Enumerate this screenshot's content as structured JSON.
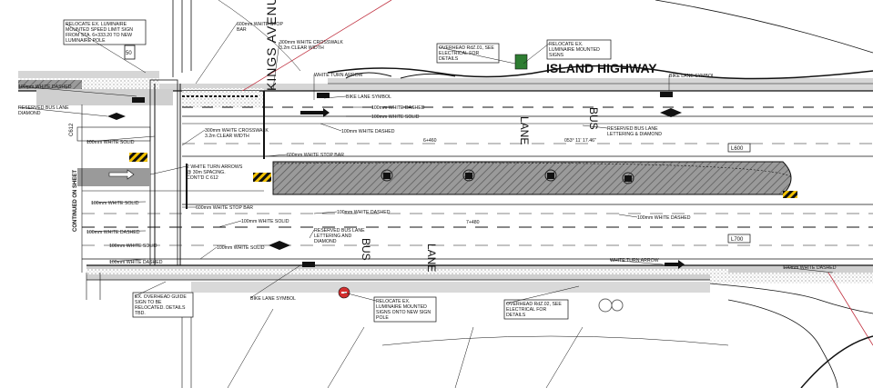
{
  "labels": {
    "island_highway": "ISLAND HIGHWAY",
    "kings_avenue": "KINGS AVENUE",
    "continued_on_sheet": "CONTINUED ON SHEET",
    "sheet_ref": "C612",
    "bus": "BUS",
    "lane": "LANE",
    "station_1": "6+460",
    "station_2": "7+480",
    "bearing": "053° 11' 17.46\"",
    "line_1": "L600",
    "line_2": "L700",
    "speed_sign": "50",
    "notes": [
      "RELOCATE EX. LUMINAIRE MOUNTED SPEED LIMIT SIGN FROM STA. 6+333.20 TO NEW LUMINAIRE POLE",
      "600mm WHITE STOP BAR",
      "300mm WHITE CROSSWALK 3.2m CLEAR WIDTH",
      "WHITE TURN ARROW",
      "OVERHEAD RdZ.01, SEE ELECTRICAL FOR DETAILS",
      "RELOCATE EX. LUMINAIRE MOUNTED SIGNS",
      "BIKE LANE SYMBOL",
      "BIKE LANE SYMBOL",
      "100mm WHITE DASHED",
      "RESERVED BUS LANE DIAMOND",
      "100mm WHITE DASHED",
      "100mm WHITE SOLID",
      "100mm WHITE SOLID",
      "100mm WHITE DASHED",
      "300mm WHITE CROSSWALK 3.2m CLEAR WIDTH",
      "RESERVED BUS LANE LETTERING & DIAMOND",
      "600mm WHITE STOP BAR",
      "2 WHITE TURN ARROWS @ 30m SPACING. CONT'D C 612",
      "100mm WHITE SOLID",
      "600mm WHITE STOP BAR",
      "100mm WHITE DASHED",
      "100mm WHITE DASHED",
      "100mm WHITE SOLID",
      "RESERVED BUS LANE LETTERING AND DIAMOND",
      "100mm WHITE DASHED",
      "100mm WHITE SOLID",
      "100mm WHITE SOLID",
      "100mm WHITE DASHED",
      "WHITE TURN ARROW",
      "100mm WHITE DASHED",
      "EX. OVERHEAD GUIDE SIGN TO BE RELOCATED. DETAILS TBD.",
      "BIKE LANE SYMBOL",
      "RELOCATE EX. LUMINAIRE MOUNTED SIGNS ONTO NEW SIGN POLE",
      "OVERHEAD RdZ.02, SEE ELECTRICAL FOR DETAILS"
    ]
  }
}
